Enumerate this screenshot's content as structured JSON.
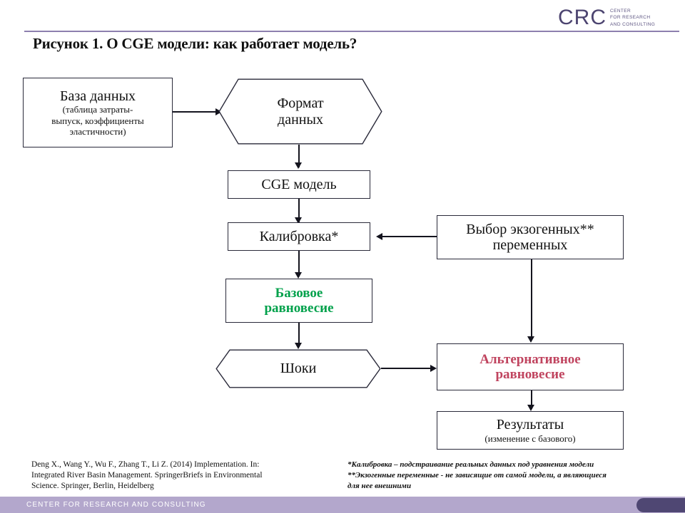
{
  "header": {
    "logo_mark": "CRC",
    "logo_sub_line1": "CENTER",
    "logo_sub_line2": "FOR RESEARCH",
    "logo_sub_line3": "AND CONSULTING",
    "rule_color": "#8d7fae"
  },
  "title": "Рисунок 1. О CGE модели: как работает модель?",
  "diagram": {
    "database": {
      "line1": "База данных",
      "line2": "(таблица затраты-",
      "line3": "выпуск, коэффициенты",
      "line4": "эластичности)"
    },
    "data_format": {
      "line1": "Формат",
      "line2": "данных"
    },
    "cge_model": {
      "line1": "CGE модель"
    },
    "calibration": {
      "line1": "Калибровка*"
    },
    "base_equilibrium": {
      "line1": "Базовое",
      "line2": "равновесие",
      "color": "#00a14b"
    },
    "shocks": {
      "line1": "Шоки"
    },
    "exogenous": {
      "line1": "Выбор экзогенных**",
      "line2": "переменных"
    },
    "alternative_equilibrium": {
      "line1": "Альтернативное",
      "line2": "равновесие",
      "color": "#c0445f"
    },
    "results": {
      "line1": "Результаты",
      "line2": "(изменение  с базового)"
    }
  },
  "citation": {
    "line1": "Deng X., Wang Y., Wu F., Zhang T., Li Z. (2014) Implementation. In:",
    "line2": "Integrated River Basin Management. SpringerBriefs in Environmental",
    "line3": "Science. Springer, Berlin, Heidelberg"
  },
  "notes": {
    "line1": "*Калибровка – подстраивание реальных данных под уравнения модели",
    "line2": "**Экзогенные переменные - не зависящие от самой модели, а являющиеся",
    "line3": "для нее внешними"
  },
  "footer": {
    "text": "CENTER FOR RESEARCH AND CONSULTING",
    "bar_color": "#b3a7cc",
    "pill_color": "#4f4773"
  }
}
